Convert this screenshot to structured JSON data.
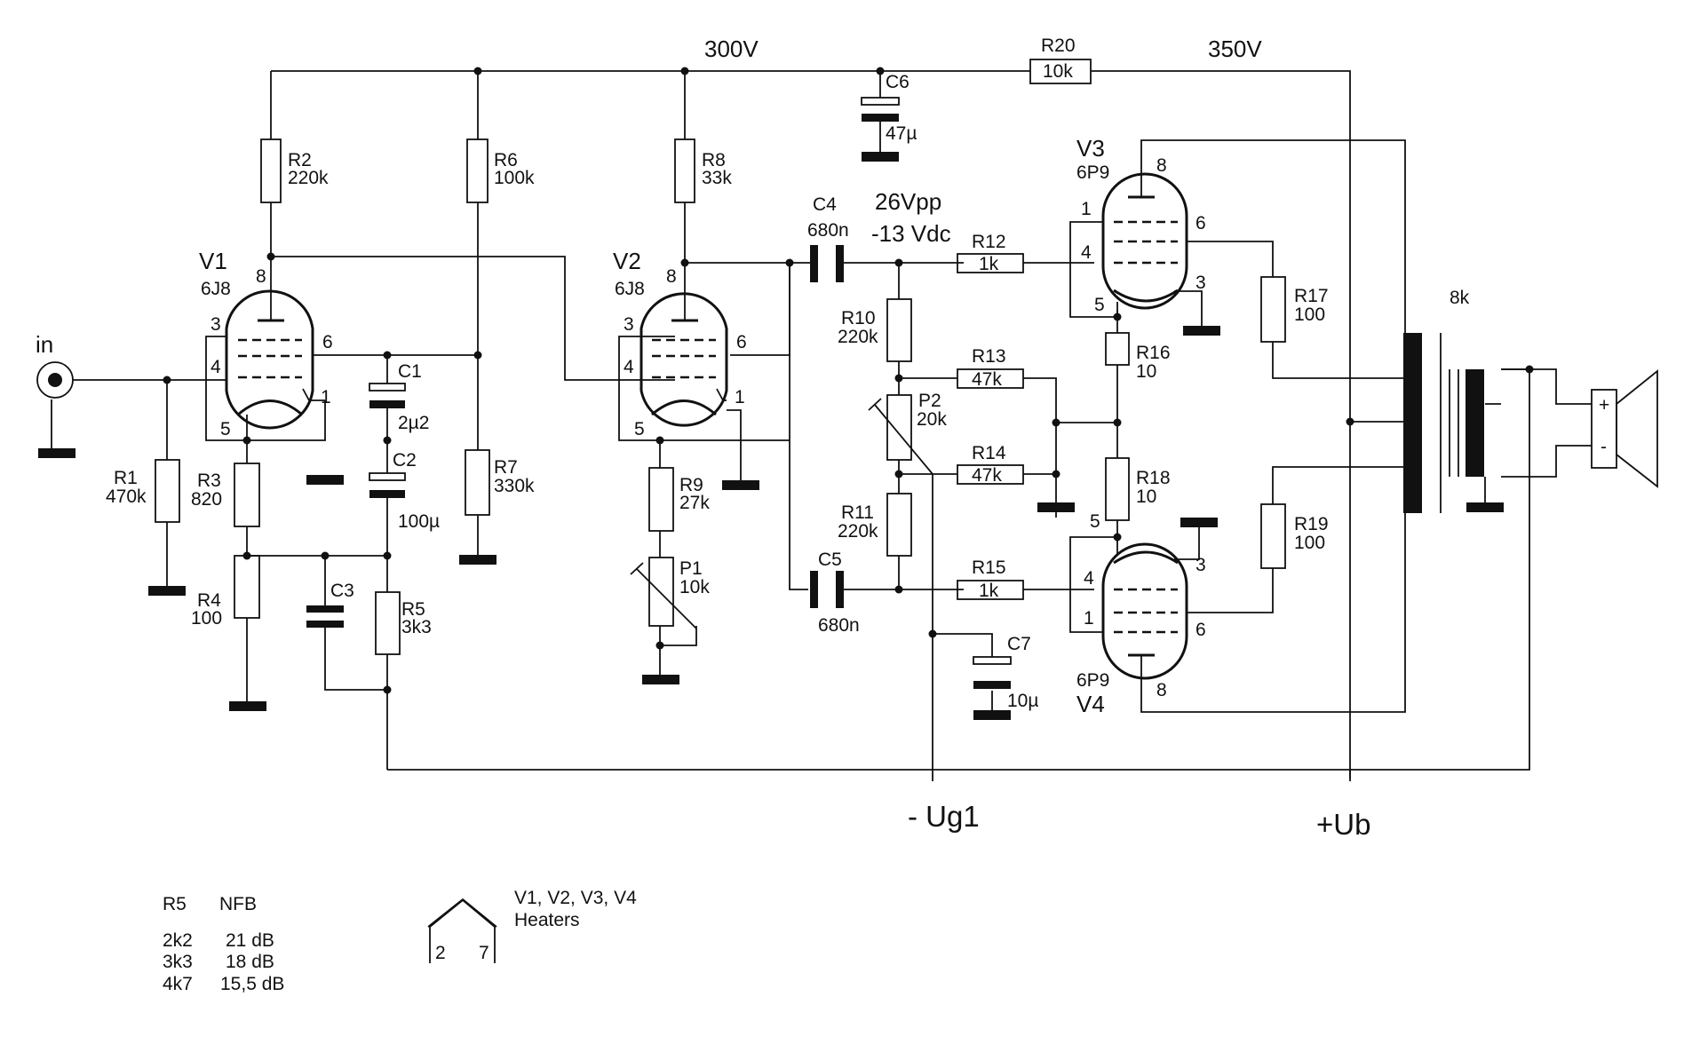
{
  "rails": {
    "v300": "300V",
    "v350": "350V"
  },
  "input_label": "in",
  "tubes": {
    "V1": {
      "name": "V1",
      "type": "6J8",
      "pins": {
        "a": "8",
        "g2": "3",
        "g1": "4",
        "k": "5",
        "g3": "6",
        "h": "1"
      }
    },
    "V2": {
      "name": "V2",
      "type": "6J8",
      "pins": {
        "a": "8",
        "g2": "3",
        "g1": "4",
        "k": "5",
        "g3": "6",
        "h": "1"
      }
    },
    "V3": {
      "name": "V3",
      "type": "6P9",
      "pins": {
        "a": "8",
        "g2": "6",
        "g1": "4",
        "k": "5",
        "g3": "1",
        "h": "3"
      }
    },
    "V4": {
      "name": "V4",
      "type": "6P9",
      "pins": {
        "a": "8",
        "g2": "6",
        "g1": "4",
        "k": "5",
        "g3": "1",
        "h": "3"
      }
    }
  },
  "resistors": {
    "R1": {
      "name": "R1",
      "value": "470k"
    },
    "R2": {
      "name": "R2",
      "value": "220k"
    },
    "R3": {
      "name": "R3",
      "value": "820"
    },
    "R4": {
      "name": "R4",
      "value": "100"
    },
    "R5": {
      "name": "R5",
      "value": "3k3"
    },
    "R6": {
      "name": "R6",
      "value": "100k"
    },
    "R7": {
      "name": "R7",
      "value": "330k"
    },
    "R8": {
      "name": "R8",
      "value": "33k"
    },
    "R9": {
      "name": "R9",
      "value": "27k"
    },
    "R10": {
      "name": "R10",
      "value": "220k"
    },
    "R11": {
      "name": "R11",
      "value": "220k"
    },
    "R12": {
      "name": "R12",
      "value": "1k"
    },
    "R13": {
      "name": "R13",
      "value": "47k"
    },
    "R14": {
      "name": "R14",
      "value": "47k"
    },
    "R15": {
      "name": "R15",
      "value": "1k"
    },
    "R16": {
      "name": "R16",
      "value": "10"
    },
    "R17": {
      "name": "R17",
      "value": "100"
    },
    "R18": {
      "name": "R18",
      "value": "10"
    },
    "R19": {
      "name": "R19",
      "value": "100"
    },
    "R20": {
      "name": "R20",
      "value": "10k"
    }
  },
  "capacitors": {
    "C1": {
      "name": "C1",
      "value": "2µ2"
    },
    "C2": {
      "name": "C2",
      "value": "100µ"
    },
    "C3": {
      "name": "C3",
      "value": ""
    },
    "C4": {
      "name": "C4",
      "value": "680n"
    },
    "C5": {
      "name": "C5",
      "value": "680n"
    },
    "C6": {
      "name": "C6",
      "value": "47µ"
    },
    "C7": {
      "name": "C7",
      "value": "10µ"
    }
  },
  "pots": {
    "P1": {
      "name": "P1",
      "value": "10k"
    },
    "P2": {
      "name": "P2",
      "value": "20k"
    }
  },
  "annotations": {
    "signal": "26Vpp",
    "bias": "-13 Vdc"
  },
  "transformer": {
    "impedance": "8k"
  },
  "speaker": {
    "plus": "+",
    "minus": "-"
  },
  "terminals": {
    "ug1": "- Ug1",
    "ub": "+Ub"
  },
  "nfb_table": {
    "headers": [
      "R5",
      "NFB"
    ],
    "rows": [
      [
        "2k2",
        "21 dB"
      ],
      [
        "3k3",
        "18 dB"
      ],
      [
        "4k7",
        "15,5 dB"
      ]
    ]
  },
  "heaters": {
    "line1": "V1, V2, V3, V4",
    "line2": "Heaters",
    "pin_a": "2",
    "pin_b": "7"
  }
}
